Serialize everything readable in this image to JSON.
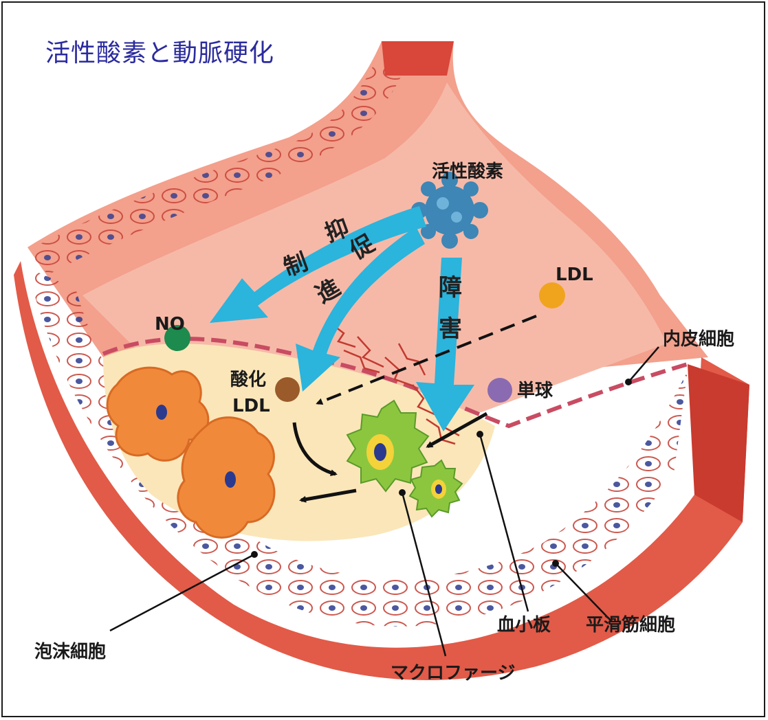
{
  "title": "活性酸素と動脈硬化",
  "labels": {
    "ros": "活性酸素",
    "ldl": "LDL",
    "no": "NO",
    "oxidized_ldl_1": "酸化",
    "oxidized_ldl_2": "LDL",
    "monocyte": "単球",
    "endothelial_cell": "内皮細胞",
    "smooth_muscle_cell": "平滑筋細胞",
    "platelet": "血小板",
    "macrophage": "マクロファージ",
    "foam_cell": "泡沫細胞"
  },
  "arrow_text": {
    "inhibit_1": "抑",
    "inhibit_2": "制",
    "promote_1": "促",
    "promote_2": "進",
    "damage_1": "障",
    "damage_2": "害"
  },
  "colors": {
    "title": "#2b2b9e",
    "arrow": "#2bb4dc",
    "vessel_outer": "#e25a48",
    "vessel_wall": "#f3a08c",
    "lumen": "#f6b9a8",
    "plaque": "#fbe6b9",
    "ros": "#3d86b5",
    "ldl": "#f0a41e",
    "no": "#1d8a4e",
    "oxidized_ldl": "#9a5a2a",
    "monocyte": "#8a6ab0",
    "macrophage": "#8cc63f",
    "foam_cell": "#f08a3a"
  }
}
